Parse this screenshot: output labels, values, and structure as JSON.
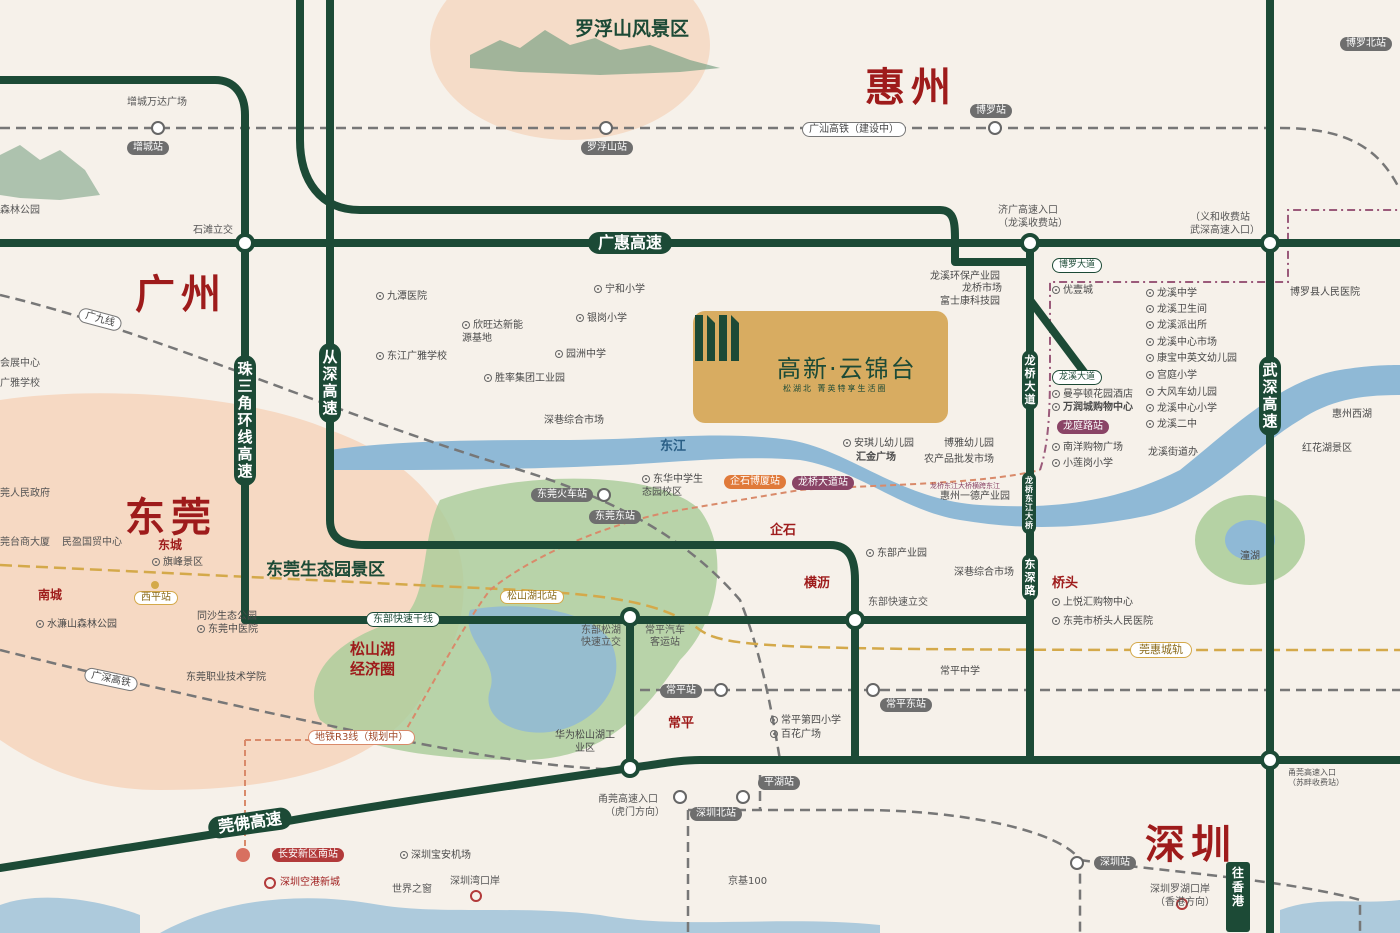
{
  "cities": {
    "guangzhou": "广州",
    "huizhou": "惠州",
    "dongguan": "东莞",
    "shenzhen": "深圳"
  },
  "scenic": {
    "luofushan": "罗浮山风景区",
    "eco_park": "东莞生态园景区",
    "songshanhu": "松山湖",
    "songshanhu2": "经济圈"
  },
  "project": {
    "name": "高新·云锦台",
    "slogan": "松湖北 菁英特享生活圈"
  },
  "highways": {
    "guanghui": "广惠高速",
    "zhusanjiao": "珠三角环线高速",
    "congshen": "从深高速",
    "wushen": "武深高速",
    "guanfo": "莞佛高速",
    "longqiao": "龙桥大道",
    "dongshen": "东深路",
    "longqiao_bridge": "龙桥东江大桥",
    "dongbu": "东部快速干线",
    "boluo": "博罗大道",
    "longxi": "龙溪大道",
    "guanshan": "广汕高铁（建设中）",
    "guangjiu": "广九线",
    "guangshen": "广深高铁",
    "metro_r3": "地铁R3线（规划中）",
    "guanhui": "莞惠城轨",
    "guanhui_arrow": "往香港"
  },
  "stations": {
    "zengcheng": "增城站",
    "luofushan_sta": "罗浮山站",
    "boluo_sta": "博罗站",
    "boluo_north": "博罗北站",
    "dongguan_train": "东莞火车站",
    "dongguan_east": "东莞东站",
    "qishi_boxia": "企石博厦站",
    "longqiao_ave": "龙桥大道站",
    "longting_road": "龙庭路站",
    "xiping": "西平站",
    "songshanhu_north": "松山湖北站",
    "changping": "常平站",
    "changping_east": "常平东站",
    "pinghu": "平湖站",
    "shenzhen_north": "深圳北站",
    "shenzhen_sta": "深圳站",
    "changan_south": "长安新区南站"
  },
  "towns": {
    "qishi": "企石",
    "hengli": "横沥",
    "qiaotou": "桥头",
    "changping_t": "常平",
    "dongcheng": "东城",
    "nancheng": "南城"
  },
  "rivers": {
    "dongjiang": "东江"
  },
  "labels": {
    "zengcheng_wanda": "增城万达广场",
    "shitan": "石滩立交",
    "jiguang": "济广高速入口",
    "jiguang2": "（龙溪收费站）",
    "yihe": "（义和收费站",
    "yihe2": "武深高速入口）",
    "yongguan": "甬莞高速入口",
    "yongguan2": "（虎门方向）",
    "yongguan_r": "甬莞高速入口",
    "yongguan_r2": "（苏畔收费站）",
    "luohu": "深圳罗湖口岸",
    "luohu2": "（香港方向）",
    "dongbu_lijiao": "东部快速立交",
    "dongbu_songhu": "东部松湖",
    "dongbu_songhu2": "快速立交",
    "changping_bus": "常平汽车",
    "changping_bus2": "客运站",
    "dongbu_industry": "东部产业园",
    "dongguan_gov": "莞人民政府",
    "dongguan_gov2": "莞台商大厦",
    "dongguan_gov3": "民盈国贸中心",
    "senlin": "森林公园",
    "huizhan": "会展中心",
    "yaxiao": "广雅学校",
    "longxi_tiaojian": "龙桥东江大桥横跨东江",
    "jingji": "京基100",
    "window": "世界之窗",
    "airport": "深圳宝安机场",
    "airport2": "深圳空港新城",
    "shekou": "深圳湾口岸"
  },
  "pois": [
    "九潭医院",
    "宁和小学",
    "欣旺达新能源基地",
    "银岗小学",
    "东江广雅学校",
    "园洲中学",
    "胜率集团工业园",
    "深巷综合市场",
    "东华中学生态园校区",
    "安琪儿幼儿园",
    "汇金广场",
    "博雅幼儿园",
    "农产品批发市场",
    "龙溪环保产业园",
    "龙桥市场",
    "富士康科技园",
    "优壹城",
    "龙溪中学",
    "龙溪卫生间",
    "龙溪派出所",
    "龙溪中心市场",
    "康宝中英文幼儿园",
    "宫庭小学",
    "大风车幼儿园",
    "龙溪中心小学",
    "龙溪二中",
    "龙溪街道办",
    "博罗县人民医院",
    "惠州西湖",
    "红花湖景区",
    "曼亭顿花园酒店",
    "万润城购物中心",
    "南洋购物广场",
    "小莲岗小学",
    "惠州一德产业园",
    "东部产业园",
    "深巷综合市场",
    "上悦汇购物中心",
    "东莞市桥头人民医院",
    "旗峰景区",
    "同沙生态公园",
    "东莞中医院",
    "水濂山森林公园",
    "东莞职业技术学院",
    "常平中学",
    "常平第四小学",
    "百花广场",
    "华为松山湖工业区",
    "潼湖"
  ],
  "colors": {
    "highway": "#1c4a36",
    "river": "#8fb9d6",
    "green_area": "#a9cc98",
    "orange_area": "#f6d6bf",
    "city": "#9e1b1b"
  }
}
